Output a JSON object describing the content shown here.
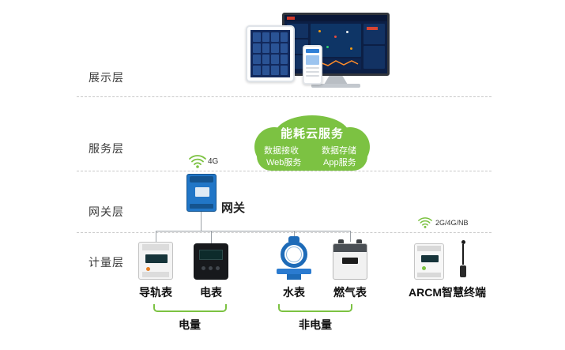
{
  "diagram": {
    "layers": [
      {
        "id": "display",
        "label": "展示层"
      },
      {
        "id": "service",
        "label": "服务层"
      },
      {
        "id": "gateway",
        "label": "网关层"
      },
      {
        "id": "metering",
        "label": "计量层"
      }
    ],
    "cloud": {
      "title": "能耗云服务",
      "services": [
        {
          "label": "数据接收"
        },
        {
          "label": "数据存储"
        },
        {
          "label": "Web服务"
        },
        {
          "label": "App服务"
        }
      ]
    },
    "gateway": {
      "label": "网关",
      "signal": "4G"
    },
    "devices": [
      {
        "label": "导轨表",
        "type": "din-rail-meter"
      },
      {
        "label": "电表",
        "type": "electric-meter"
      },
      {
        "label": "水表",
        "type": "water-meter"
      },
      {
        "label": "燃气表",
        "type": "gas-meter"
      },
      {
        "label": "ARCM智慧终端",
        "type": "arcm-terminal",
        "signal": "2G/4G/NB"
      }
    ],
    "groups": [
      {
        "label": "电量"
      },
      {
        "label": "非电量"
      }
    ],
    "colors": {
      "accent_green": "#7cc242",
      "gateway_blue": "#2176c7",
      "water_blue": "#1e6bb8",
      "connector_gray": "#9aa0a6"
    }
  }
}
